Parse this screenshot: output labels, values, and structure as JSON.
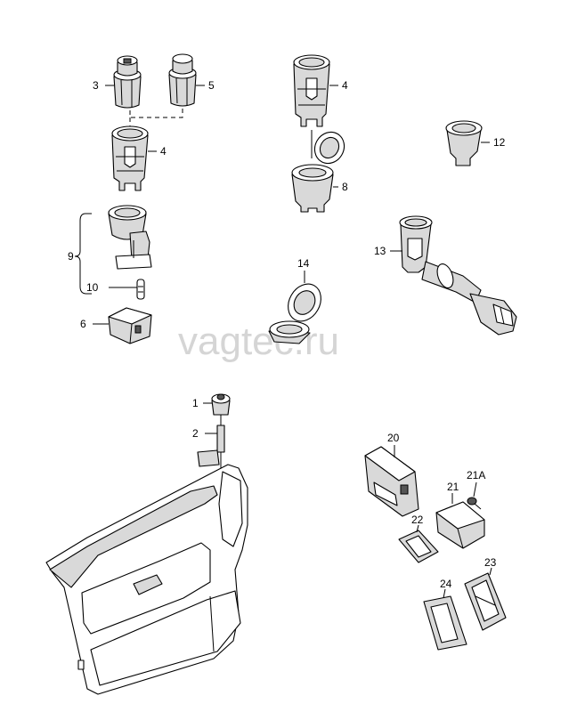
{
  "watermark": "vagtec.ru",
  "callouts": {
    "c1": "1",
    "c2": "2",
    "c3": "3",
    "c4a": "4",
    "c4b": "4",
    "c5": "5",
    "c6": "6",
    "c8": "8",
    "c9": "9",
    "c10": "10",
    "c12": "12",
    "c13": "13",
    "c14": "14",
    "c20": "20",
    "c21": "21",
    "c21a": "21A",
    "c22": "22",
    "c23": "23",
    "c24": "24"
  }
}
